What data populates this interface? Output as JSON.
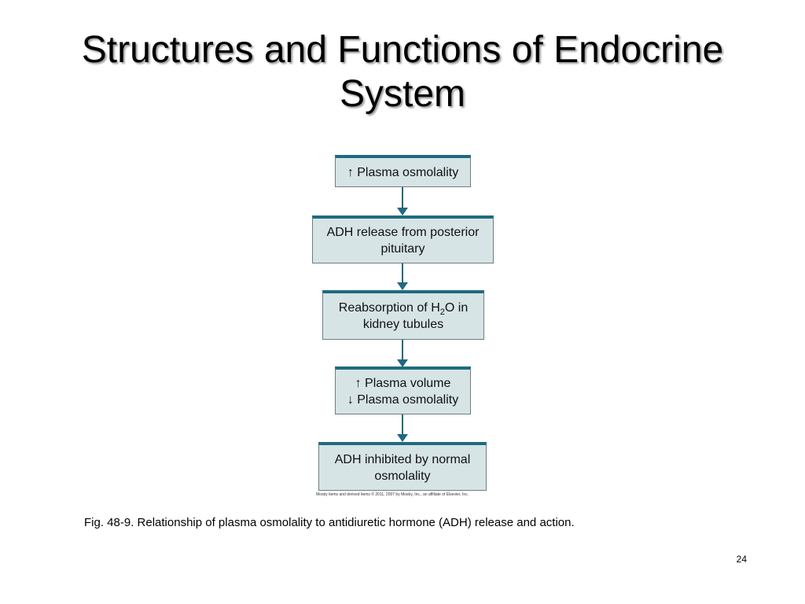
{
  "title": {
    "line1": "Structures and Functions of Endocrine",
    "line2": "System"
  },
  "flowchart": {
    "box1": {
      "line1": "↑ Plasma osmolality"
    },
    "box2": {
      "line1": "ADH release from posterior",
      "line2": "pituitary"
    },
    "box3": {
      "line1_prefix": "Reabsorption of H",
      "line1_sub": "2",
      "line1_suffix": "O in",
      "line2": "kidney tubules"
    },
    "box4": {
      "line1": "↑ Plasma volume",
      "line2": "↓ Plasma osmolality"
    },
    "box5": {
      "line1": "ADH inhibited by normal",
      "line2": "osmolality"
    },
    "copyright": "Mosby items and derived items © 2011, 2007 by Mosby, Inc., an affiliate of Elsevier, Inc."
  },
  "caption": "Fig. 48-9. Relationship of plasma osmolality to antidiuretic hormone (ADH) release and action.",
  "page_number": "24",
  "colors": {
    "box_fill": "#d6e4e6",
    "box_top_border": "#1f6a80",
    "arrow": "#1f6a80"
  }
}
